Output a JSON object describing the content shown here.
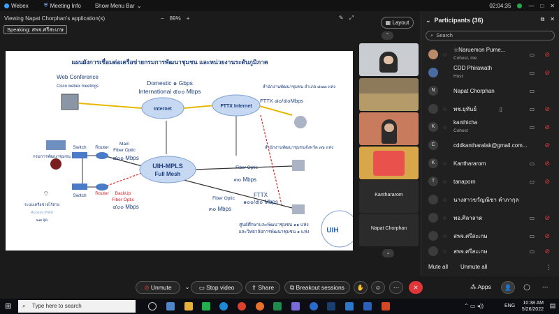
{
  "app": {
    "name": "Webex",
    "meeting_info": "Meeting Info",
    "show_menu": "Show Menu Bar",
    "time": "02:04:35"
  },
  "view": {
    "title": "Viewing Napat Chorphan's application(s)",
    "zoom": "89%",
    "speaking": "Speaking: สพจ.ศรีสะเกษ",
    "layout": "Layout"
  },
  "slide": {
    "title": "แผนผังการเชื่อมต่อเครือข่ายกรมการพัฒนาชุมชน และหน่วยงานระดับภูมิภาค",
    "web_conf": "Web Conference",
    "cisco": "Cisco webex meetings",
    "domestic": "Domestic ๑ Gbps",
    "international": "International ๕๐๐ Mbps",
    "internet": "Internet",
    "fttx_internet": "FTTX Internet",
    "fttx_speed": "FTTX ๘๐/๕๐Mbps",
    "province_office": "สำนักงานพัฒนาชุมชน อำเภอ ๘๗๗ แห่ง",
    "main": "Main",
    "main_fiber": "Fiber Optic",
    "main_speed": "๘๐๐ Mbps",
    "dept": "กรมการพัฒนาชุมชน",
    "switch1": "Switch",
    "router1": "Router",
    "switch2": "Switch",
    "router2": "Router",
    "uih_mpls": "UIH-MPLS",
    "full_mesh": "Full Mesh",
    "fiber_optic_prov": "Fiber Optic",
    "prov_speed": "๓๐ Mbps",
    "prov_office": "สำนักงานพัฒนาชุมชนจังหวัด ๗๖ แห่ง",
    "backup": "BackUp",
    "backup_fiber": "Fiber Optic",
    "backup_speed": "๔๐๐ Mbps",
    "wifi": "ระบบเครือข่ายไร้สาย",
    "access_point": "Access Point",
    "ap_count": "๒๗ จุด",
    "fiber_center": "Fiber Optic",
    "center_speed": "๓๐ Mbps",
    "fttx2": "FTTX",
    "fttx2_speed": "๑๐๐/๕๐ Mbps",
    "centers": "ศูนย์ศึกษาและพัฒนาชุมชน ๑๑ แห่ง",
    "college": "และวิทยาลัยการพัฒนาชุมชน ๑ แห่ง",
    "uih_logo": "UIH"
  },
  "tiles": [
    {
      "name": ""
    },
    {
      "name": ""
    },
    {
      "name": ""
    },
    {
      "name": ""
    },
    {
      "name": "Kanthararom"
    },
    {
      "name": "Napat Chorphan"
    }
  ],
  "panel": {
    "title": "Participants (36)",
    "search_placeholder": "Search",
    "mute_all": "Mute all",
    "unmute_all": "Unmute all"
  },
  "participants": [
    {
      "initial": "",
      "name": "☆Naruemon Pume...",
      "sub": "Cohost, me"
    },
    {
      "initial": "",
      "name": "CDD Phirawath",
      "sub": "Host"
    },
    {
      "initial": "N",
      "name": "Napat Chorphan",
      "sub": ""
    },
    {
      "initial": "",
      "name": "พช.ยุทันย์",
      "sub": ""
    },
    {
      "initial": "K",
      "name": "kanthicha",
      "sub": "Cohost"
    },
    {
      "initial": "C",
      "name": "cddkantharalak@gmail.com...",
      "sub": ""
    },
    {
      "initial": "K",
      "name": "Kanthararom",
      "sub": ""
    },
    {
      "initial": "T",
      "name": "tanaporn",
      "sub": ""
    },
    {
      "initial": "",
      "name": "นางสาวขวัญณิชา คำภากุล",
      "sub": ""
    },
    {
      "initial": "",
      "name": "พอ.ศิลาลาด",
      "sub": ""
    },
    {
      "initial": "",
      "name": "สพจ.ศรีสะเกษ",
      "sub": ""
    },
    {
      "initial": "",
      "name": "สพจ.ศรีสะเกษ",
      "sub": ""
    }
  ],
  "controls": {
    "unmute": "Unmute",
    "stop_video": "Stop video",
    "share": "Share",
    "breakout": "Breakout sessions",
    "apps": "Apps"
  },
  "taskbar": {
    "search": "Type here to search",
    "lang": "ENG",
    "time": "10:38 AM",
    "date": "5/26/2022"
  }
}
